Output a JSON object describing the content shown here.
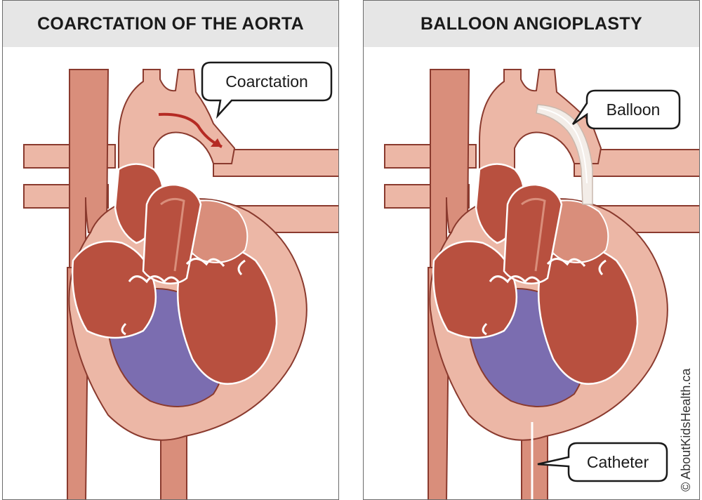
{
  "colors": {
    "tissue_light": "#ecb7a6",
    "tissue_mid": "#d98e7b",
    "chamber": "#b8503f",
    "chamber_dark": "#9c3b2f",
    "outline": "#8a3a2e",
    "valve": "#ffffff",
    "deoxygenated": "#7b6db0",
    "arrow": "#b52a23",
    "header_bg": "#e6e6e6"
  },
  "panels": [
    {
      "title": "COARCTATION OF THE AORTA",
      "callouts": [
        {
          "label": "Coarctation"
        }
      ]
    },
    {
      "title": "BALLOON ANGIOPLASTY",
      "callouts": [
        {
          "label": "Balloon"
        },
        {
          "label": "Catheter"
        }
      ]
    }
  ],
  "copyright": "© AboutKidsHealth.ca"
}
